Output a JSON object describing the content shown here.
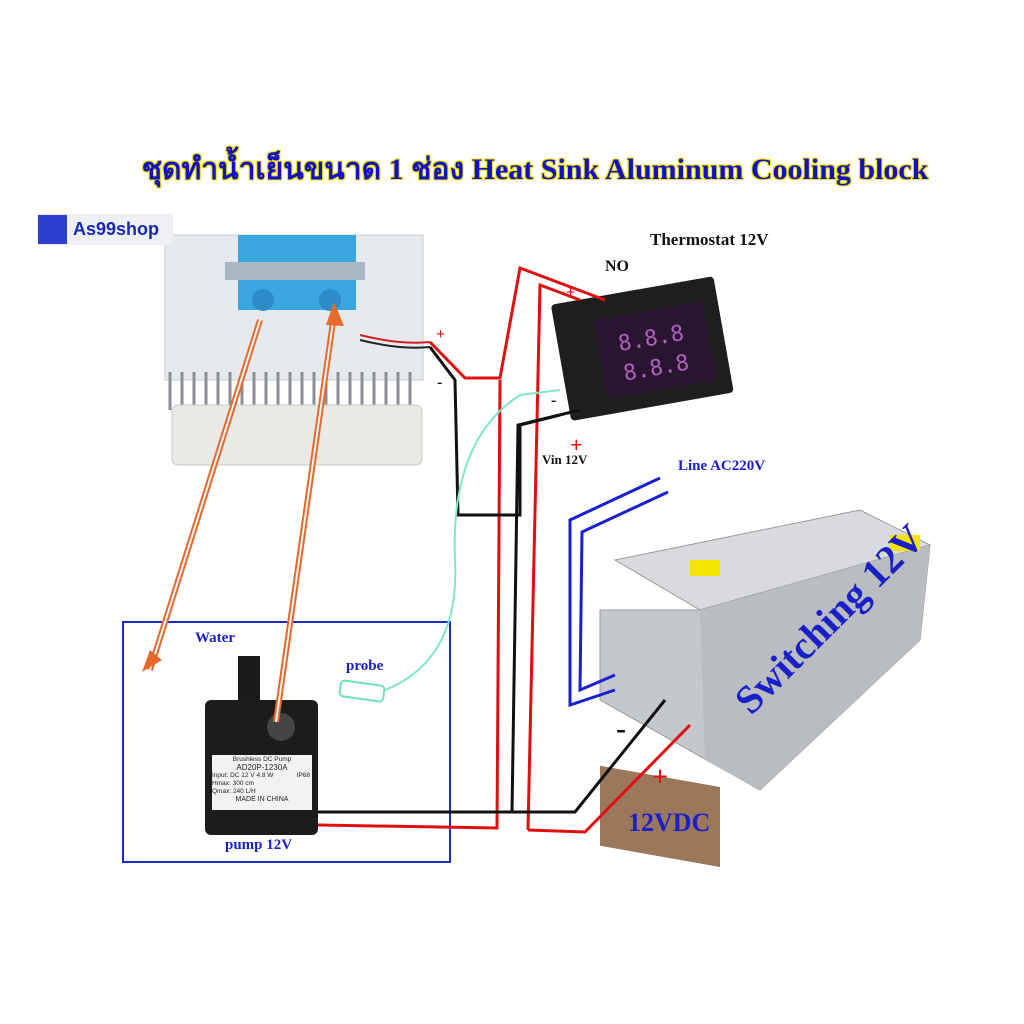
{
  "title": "ชุดทำน้ำเย็นขนาด 1 ช่อง Heat Sink Aluminum Cooling block",
  "logo": {
    "text": "As99shop",
    "icon": "circuit-icon"
  },
  "labels": {
    "thermostat": "Thermostat 12V",
    "no": "NO",
    "vin": "Vin 12V",
    "line_ac": "Line AC220V",
    "switching": "Switching 12V",
    "vdc": "12VDC",
    "water": "Water",
    "probe": "probe",
    "pump": "pump 12V",
    "plus": "+",
    "minus": "-"
  },
  "pump_label": {
    "line1": "Brushless DC Pump",
    "line2": "AD20P-1230A",
    "line3": "Input: DC 12 V  4.8 W",
    "line4": "Hmax: 300 cm",
    "line5": "Qmax: 240 L/H",
    "line6": "MADE IN CHINA",
    "rating": "IP68"
  },
  "colors": {
    "title": "#1010c8",
    "title_outline": "#f5e000",
    "wire_positive": "#e01010",
    "wire_negative": "#111111",
    "ac_line": "#1a20d0",
    "probe_wire": "#7ee8c8",
    "water_flow": "#e86a2a",
    "label_blue": "#1a20c8"
  }
}
